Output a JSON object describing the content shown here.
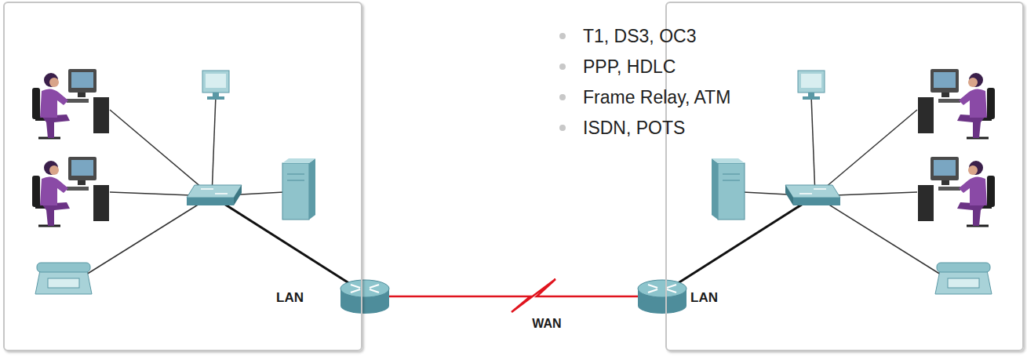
{
  "diagram": {
    "nodes": [
      {
        "text": [
          "LAN"
        ]
      },
      {
        "text": [
          "LAN"
        ]
      }
    ],
    "edges": [
      {
        "from": 0,
        "to": 1,
        "arrow": "none",
        "label": "WAN"
      }
    ],
    "labels": [
      "T1, DS3, OC3",
      "PPP, HDLC",
      "Frame Relay, ATM",
      "ISDN, POTS"
    ]
  }
}
